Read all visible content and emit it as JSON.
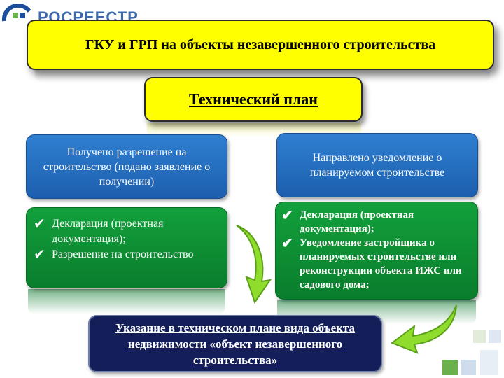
{
  "logo": {
    "text": "РОСРЕЕСТР"
  },
  "title": "ГКУ и ГРП на объекты незавершенного строительства",
  "plan": "Технический план",
  "left": {
    "condition": "Получено разрешение на строительство (подано заявление о получении)",
    "docs": [
      "Декларация (проектная документация);",
      "Разрешение на строительство"
    ]
  },
  "right": {
    "condition": "Направлено уведомление о планируемом строительстве",
    "docs": [
      "Декларация (проектная документация);",
      "Уведомление застройщика о планируемых строительстве или реконструкции объекта ИЖС или садового дома;"
    ]
  },
  "result": "Указание в техническом плане вида объекта недвижимости «объект незавершенного строительства»",
  "colors": {
    "banner": "#ffff00",
    "blue_box": "#1d5fae",
    "green_box": "#0a7d2c",
    "result_box": "#141f5a",
    "arrow": "#8fdc2c"
  },
  "icons": [
    "logo-mark-icon",
    "check-icon",
    "curved-arrow-icon"
  ]
}
